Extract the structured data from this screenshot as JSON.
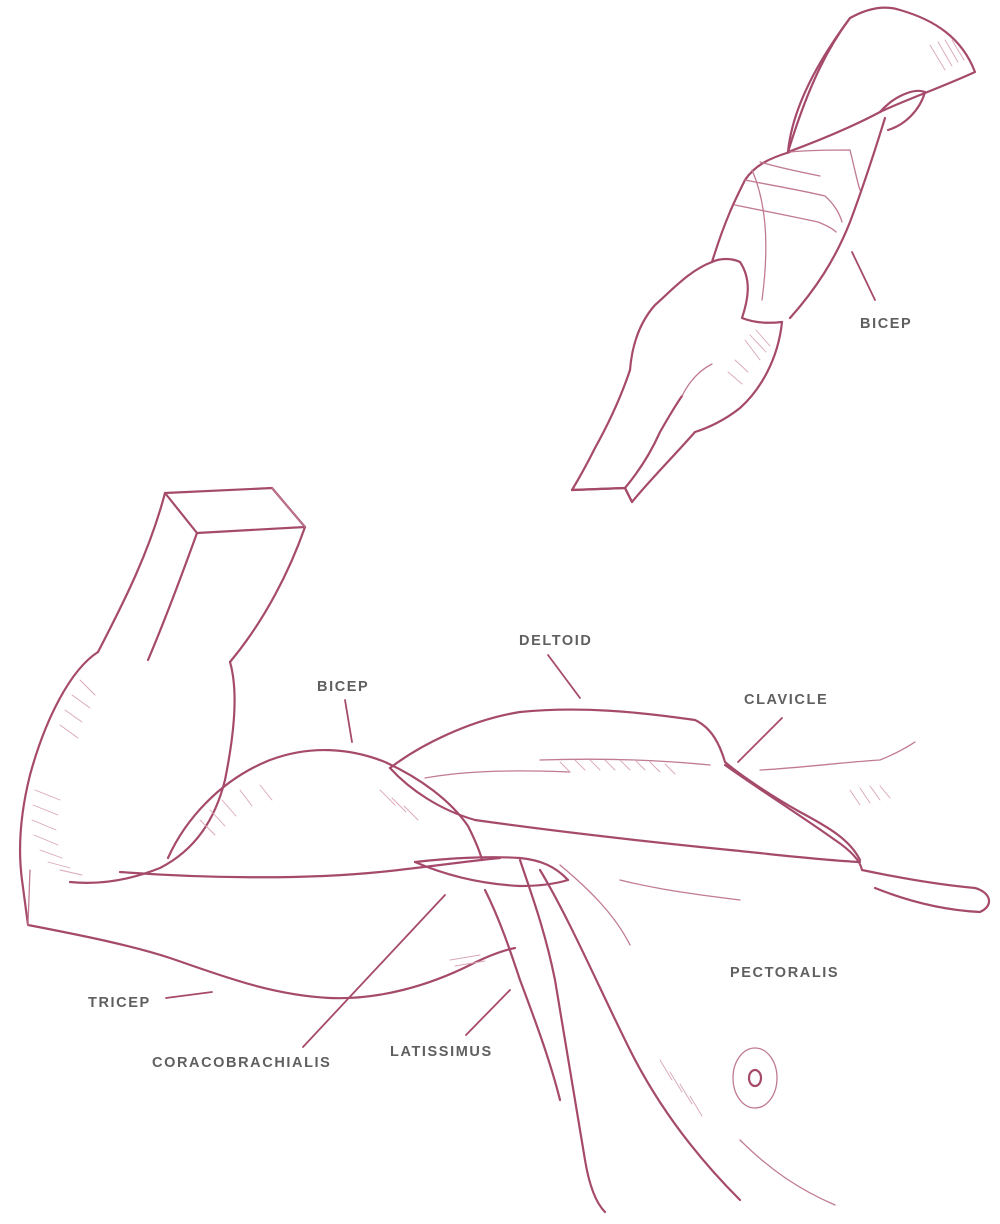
{
  "labels": {
    "bicep_top": "BICEP",
    "bicep_main": "BICEP",
    "deltoid": "DELTOID",
    "clavicle": "CLAVICLE",
    "pectoralis": "PECTORALIS",
    "tricep": "TRICEP",
    "coracobrachialis": "CORACOBRACHIALIS",
    "latissimus": "LATISSIMUS"
  },
  "colors": {
    "ink": "#a54a6b",
    "label": "#5f5f5f"
  }
}
